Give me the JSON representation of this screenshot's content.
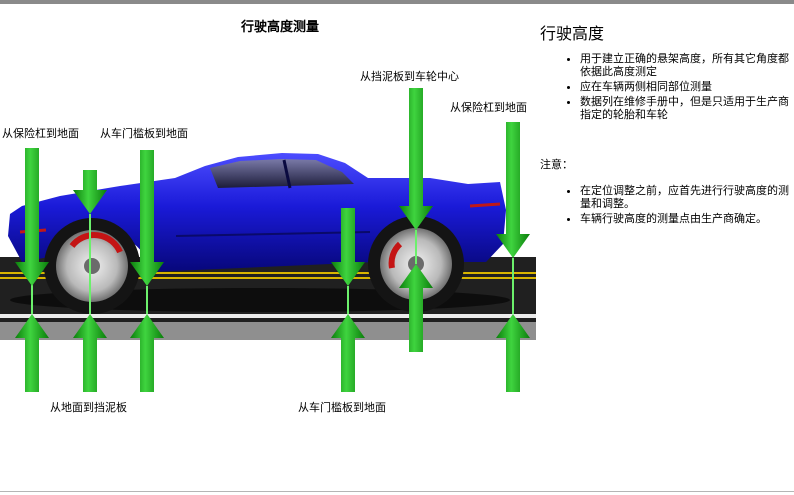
{
  "figure": {
    "title": "行驶高度测量",
    "labels": {
      "bumper_ground_left": "从保险杠到地面",
      "rocker_panel_ground_top": "从车门槛板到地面",
      "fender_wheel_center": "从挡泥板到车轮中心",
      "bumper_ground_right": "从保险杠到地面",
      "ground_to_fender": "从地面到挡泥板",
      "rocker_panel_ground_bottom": "从车门槛板到地面"
    }
  },
  "panel": {
    "title": "行驶高度",
    "bullets": [
      "用于建立正确的悬架高度，所有其它角度都依据此高度测定",
      "应在车辆两侧相同部位测量",
      "数据列在维修手册中，但是只适用于生产商指定的轮胎和车轮"
    ],
    "note_label": "注意：",
    "note_bullets": [
      "在定位调整之前，应首先进行行驶高度的测量和调整。",
      "车辆行驶高度的测量点由生产商确定。"
    ]
  },
  "colors": {
    "car_body": "#1a1ad8",
    "arrow_green": "#12a012",
    "measure_line": "#6cf06c",
    "road": "#1e1e1e",
    "road_stripe": "#d8b400"
  }
}
